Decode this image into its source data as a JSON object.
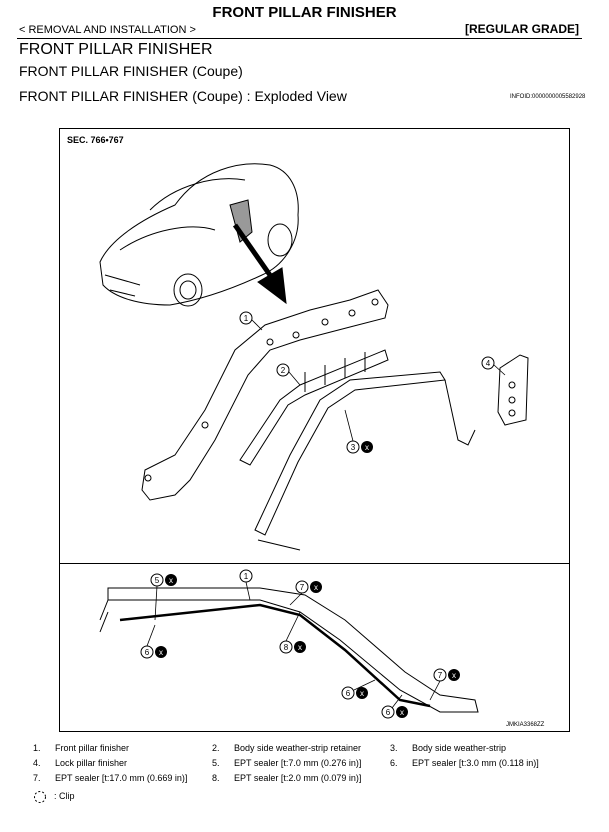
{
  "header": {
    "title": "FRONT PILLAR FINISHER",
    "breadcrumb": "< REMOVAL AND INSTALLATION >",
    "grade": "[REGULAR GRADE]"
  },
  "headings": {
    "h1": "FRONT PILLAR FINISHER",
    "h2": "FRONT PILLAR FINISHER (Coupe)",
    "h3": "FRONT PILLAR FINISHER (Coupe) : Exploded View",
    "info_id": "INFOID:0000000005582928"
  },
  "figure": {
    "section": "SEC. 766•767",
    "figure_id": "JMKIA3368ZZ",
    "callouts": [
      "1",
      "2",
      "3",
      "4",
      "5",
      "6",
      "7",
      "8"
    ]
  },
  "legend": {
    "items": [
      {
        "num": "1.",
        "text": "Front pillar finisher"
      },
      {
        "num": "2.",
        "text": "Body side weather-strip retainer"
      },
      {
        "num": "3.",
        "text": "Body side weather-strip"
      },
      {
        "num": "4.",
        "text": "Lock pillar finisher"
      },
      {
        "num": "5.",
        "text": "EPT sealer [t:7.0 mm (0.276 in)]"
      },
      {
        "num": "6.",
        "text": "EPT sealer [t:3.0 mm (0.118 in)]"
      },
      {
        "num": "7.",
        "text": "EPT sealer [t:17.0 mm (0.669 in)]"
      },
      {
        "num": "8.",
        "text": "EPT sealer [t:2.0 mm (0.079 in)]"
      }
    ],
    "clip_label": ": Clip"
  }
}
